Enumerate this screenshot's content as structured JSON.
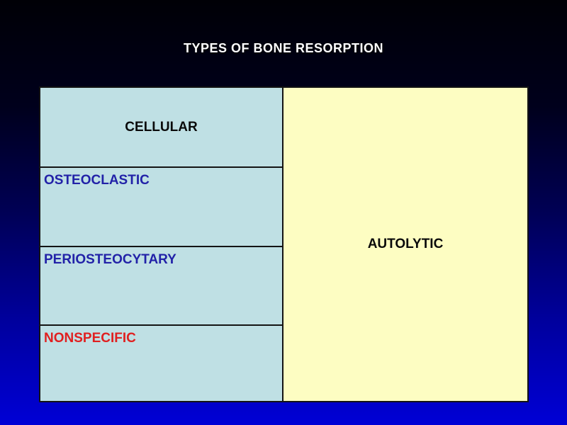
{
  "title": "TYPES OF BONE RESORPTION",
  "table": {
    "left_column": {
      "header": "CELLULAR",
      "rows": [
        {
          "label": "OSTEOCLASTIC",
          "color": "#2222a8"
        },
        {
          "label": "PERIOSTEOCYTARY",
          "color": "#2222a8"
        },
        {
          "label": "NONSPECIFIC",
          "color": "#e02020"
        }
      ]
    },
    "right_column": {
      "label": "AUTOLYTIC"
    }
  },
  "colors": {
    "left_cell_bg": "#bfe0e4",
    "right_cell_bg": "#fdfdc2",
    "header_text": "#0a0a0a",
    "blue_text": "#2222a8",
    "red_text": "#e02020",
    "border": "#141414",
    "title_text": "#ffffff",
    "background_top": "#000006",
    "background_bottom": "#0000d6"
  }
}
